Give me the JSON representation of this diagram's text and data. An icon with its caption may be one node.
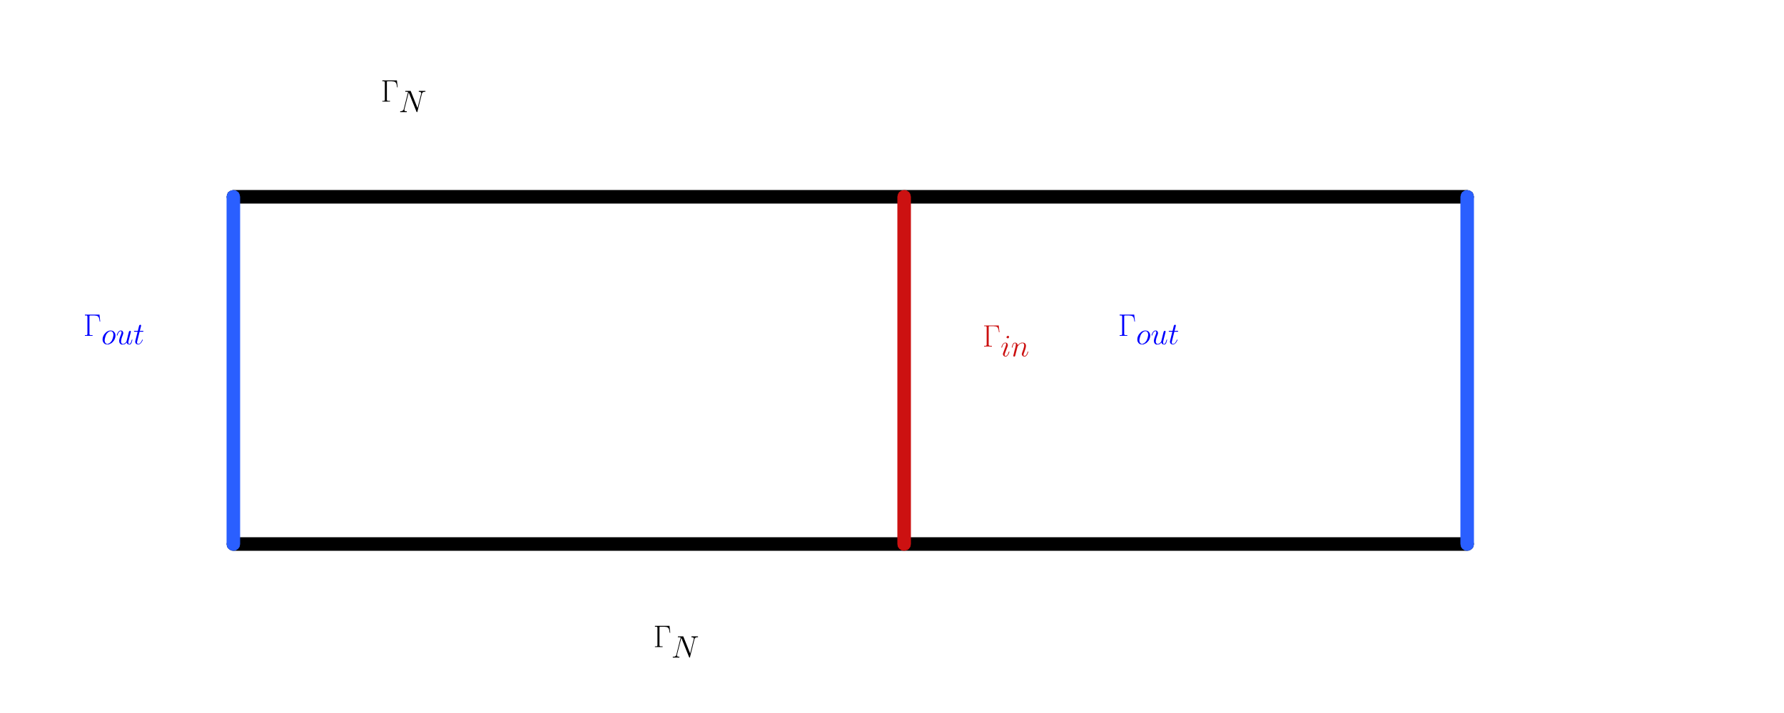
{
  "diagram": {
    "labels": [
      "\\Gamma_N",
      "\\Gamma_{out}",
      "\\Gamma_{in}",
      "\\Gamma_{out}",
      "\\Gamma_N"
    ]
  }
}
